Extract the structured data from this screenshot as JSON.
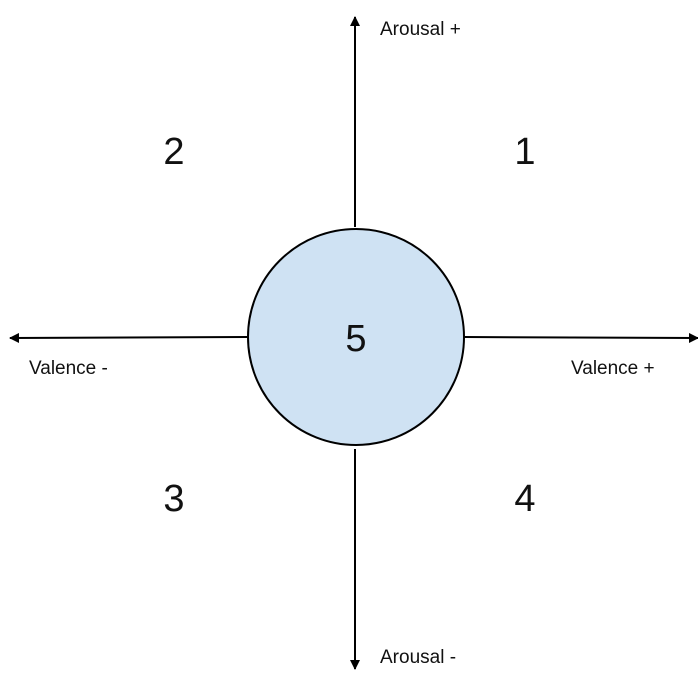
{
  "axes": {
    "arousal_positive": "Arousal +",
    "arousal_negative": "Arousal -",
    "valence_negative": "Valence -",
    "valence_positive": "Valence +"
  },
  "quadrants": [
    "1",
    "2",
    "3",
    "4"
  ],
  "center": {
    "label": "5",
    "fill": "#cfe2f3"
  },
  "colors": {
    "line": "#000000",
    "text": "#111111"
  }
}
